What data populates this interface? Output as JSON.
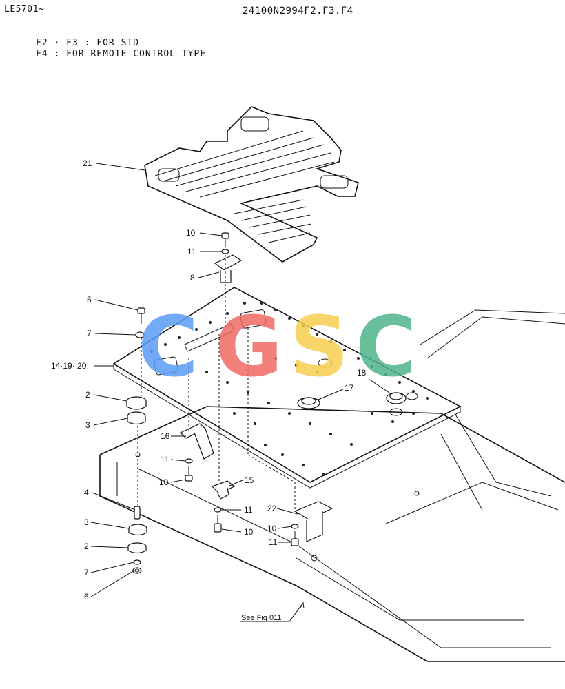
{
  "header": {
    "serial": "LE5701~",
    "part_number": "24100N2994F2.F3.F4"
  },
  "notes": {
    "line1": "F2 · F3 : FOR STD",
    "line2": "F4 : FOR REMOTE-CONTROL TYPE"
  },
  "callouts": {
    "c21": "21",
    "c10a": "10",
    "c11a": "11",
    "c8": "8",
    "c5": "5",
    "c7a": "7",
    "c14": "14·19· 20",
    "c18": "18",
    "c17": "17",
    "c2a": "2",
    "c3a": "3",
    "c16": "16",
    "c11b": "11",
    "c10b": "10",
    "c15": "15",
    "c11c": "11",
    "c10c": "10",
    "c22": "22",
    "c10d": "10",
    "c11d": "11",
    "c4": "4",
    "c3b": "3",
    "c2b": "2",
    "c7b": "7",
    "c6": "6"
  },
  "reference": "See Fig 011",
  "watermark": {
    "letters": [
      "C",
      "G",
      "S",
      "C"
    ],
    "colors": [
      "#5b9cf6",
      "#f06b63",
      "#f7ce4e",
      "#4fb38a"
    ]
  }
}
